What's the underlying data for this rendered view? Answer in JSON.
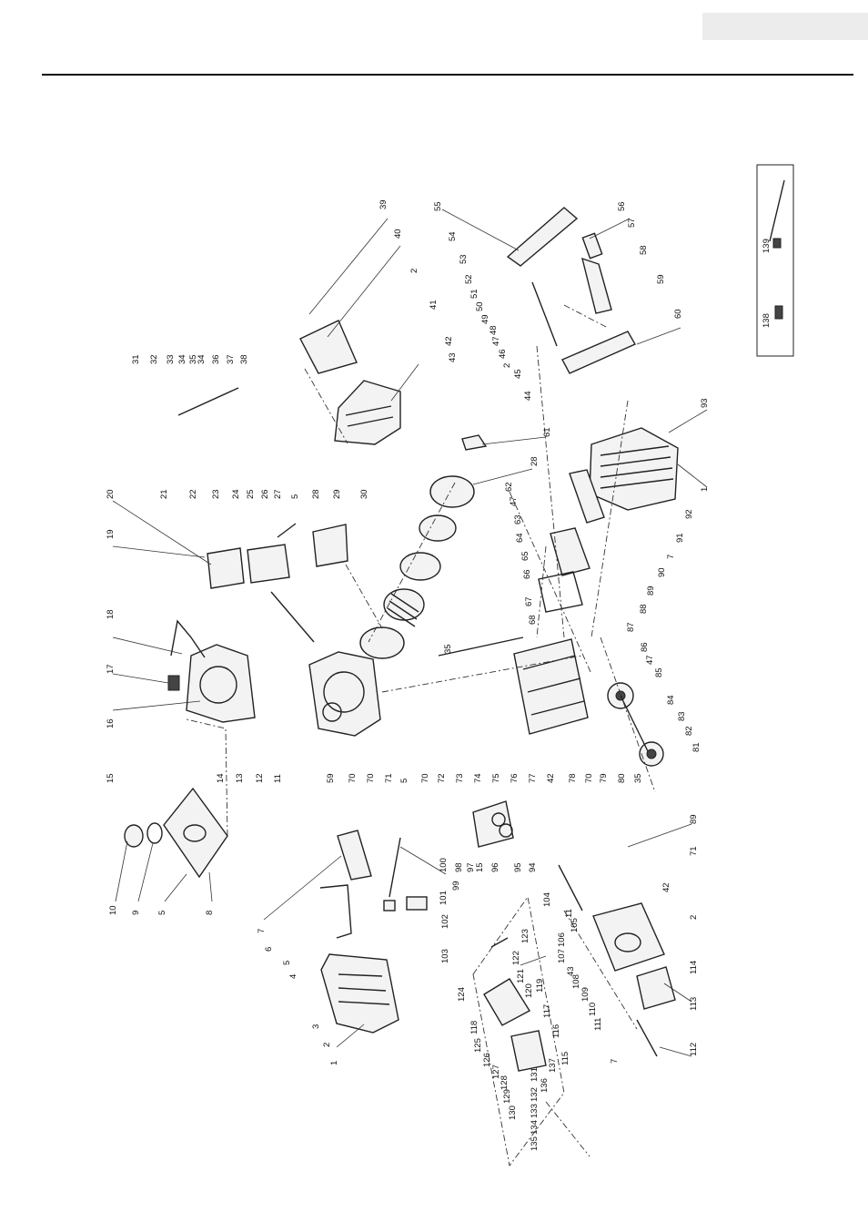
{
  "header": {
    "tab_text": ""
  },
  "diagram": {
    "labels_left": [
      "10",
      "9",
      "5",
      "8",
      "7",
      "6",
      "5",
      "4",
      "3",
      "2",
      "1"
    ],
    "labels_col2": [
      "31",
      "32",
      "33",
      "34",
      "35",
      "34",
      "36",
      "37",
      "38"
    ],
    "labels_col3": [
      "20",
      "19",
      "21",
      "22",
      "23",
      "24",
      "25",
      "26",
      "27",
      "5",
      "28",
      "29",
      "30"
    ],
    "labels_col4": [
      "18",
      "17",
      "16",
      "15",
      "14",
      "13",
      "12",
      "11"
    ],
    "labels_col5": [
      "39",
      "40",
      "2",
      "41",
      "42",
      "43"
    ],
    "labels_col6": [
      "59",
      "70",
      "70",
      "71",
      "5",
      "70",
      "72",
      "73",
      "74",
      "75",
      "76",
      "77",
      "42",
      "78",
      "70",
      "79",
      "80",
      "35"
    ],
    "labels_col7": [
      "55",
      "54",
      "53",
      "52",
      "51",
      "50",
      "49",
      "48",
      "47",
      "46",
      "2",
      "45",
      "44"
    ],
    "labels_col8": [
      "56",
      "57",
      "58",
      "59",
      "60"
    ],
    "labels_col9": [
      "28",
      "62",
      "47",
      "63",
      "64",
      "65",
      "66",
      "67",
      "68",
      "35"
    ],
    "labels_col10": [
      "61",
      "93",
      "1",
      "92",
      "91",
      "7",
      "90",
      "89",
      "88",
      "87",
      "86",
      "47",
      "85",
      "84",
      "83",
      "82",
      "81"
    ],
    "labels_col11": [
      "100",
      "98",
      "99",
      "97",
      "15",
      "96",
      "95",
      "94",
      "101",
      "102",
      "103"
    ],
    "labels_col12": [
      "123",
      "122",
      "121",
      "124",
      "120",
      "119",
      "118",
      "117",
      "116",
      "115",
      "125",
      "126",
      "127",
      "128",
      "129",
      "130",
      "131",
      "132",
      "133",
      "134",
      "135",
      "136",
      "137"
    ],
    "labels_col13": [
      "104",
      "11",
      "105",
      "106",
      "107",
      "43",
      "108",
      "109",
      "110",
      "111",
      "7",
      "112",
      "113",
      "114",
      "2",
      "42",
      "71",
      "89"
    ],
    "inset_labels": [
      "139",
      "138"
    ]
  }
}
